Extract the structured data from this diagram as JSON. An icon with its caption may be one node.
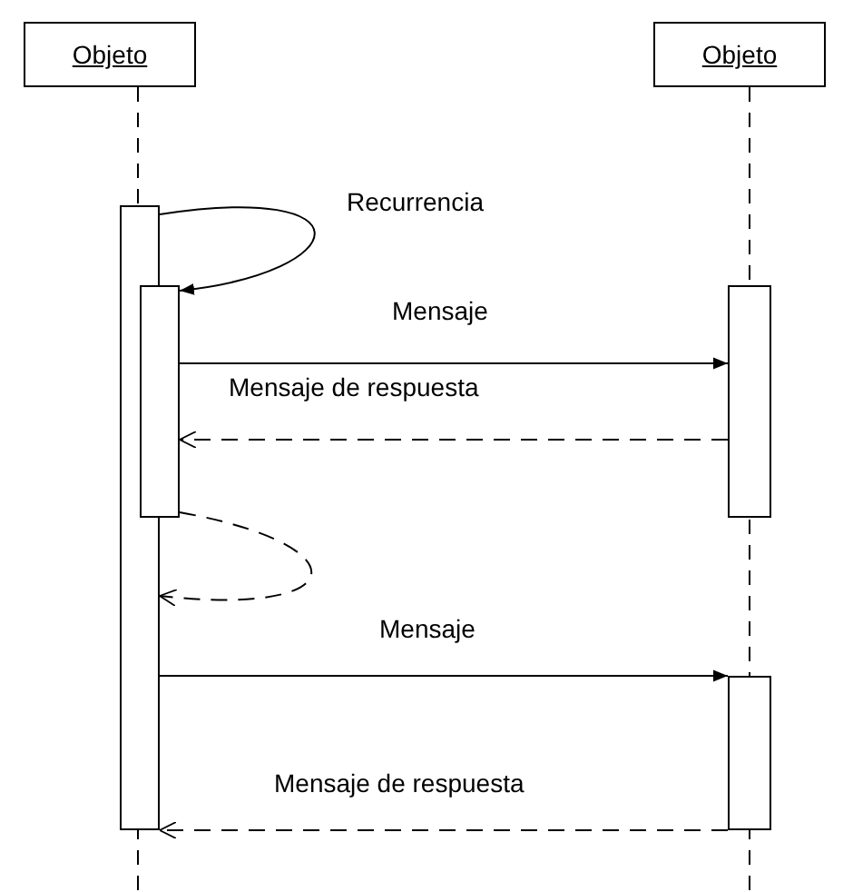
{
  "diagram": {
    "nodes": [
      {
        "text": [
          "Objeto"
        ]
      },
      {
        "text": [
          "Objeto"
        ]
      },
      {
        "text": [],
        "shape": "bar"
      },
      {
        "text": [],
        "shape": "bar"
      },
      {
        "text": [],
        "shape": "bar"
      },
      {
        "text": [],
        "shape": "bar"
      }
    ],
    "edges": [
      {
        "from": 2,
        "to": 3,
        "arrow": "to",
        "label": "Recurrencia"
      },
      {
        "from": 3,
        "to": 4,
        "arrow": "to",
        "label": "Mensaje"
      },
      {
        "from": 4,
        "to": 3,
        "arrow": "to",
        "label": "Mensaje de respuesta",
        "style": "dashed"
      },
      {
        "from": 3,
        "to": 2,
        "arrow": "to",
        "style": "dashed"
      },
      {
        "from": 2,
        "to": 5,
        "arrow": "to",
        "label": "Mensaje"
      },
      {
        "from": 5,
        "to": 2,
        "arrow": "to",
        "label": "Mensaje de respuesta",
        "style": "dashed"
      }
    ]
  }
}
